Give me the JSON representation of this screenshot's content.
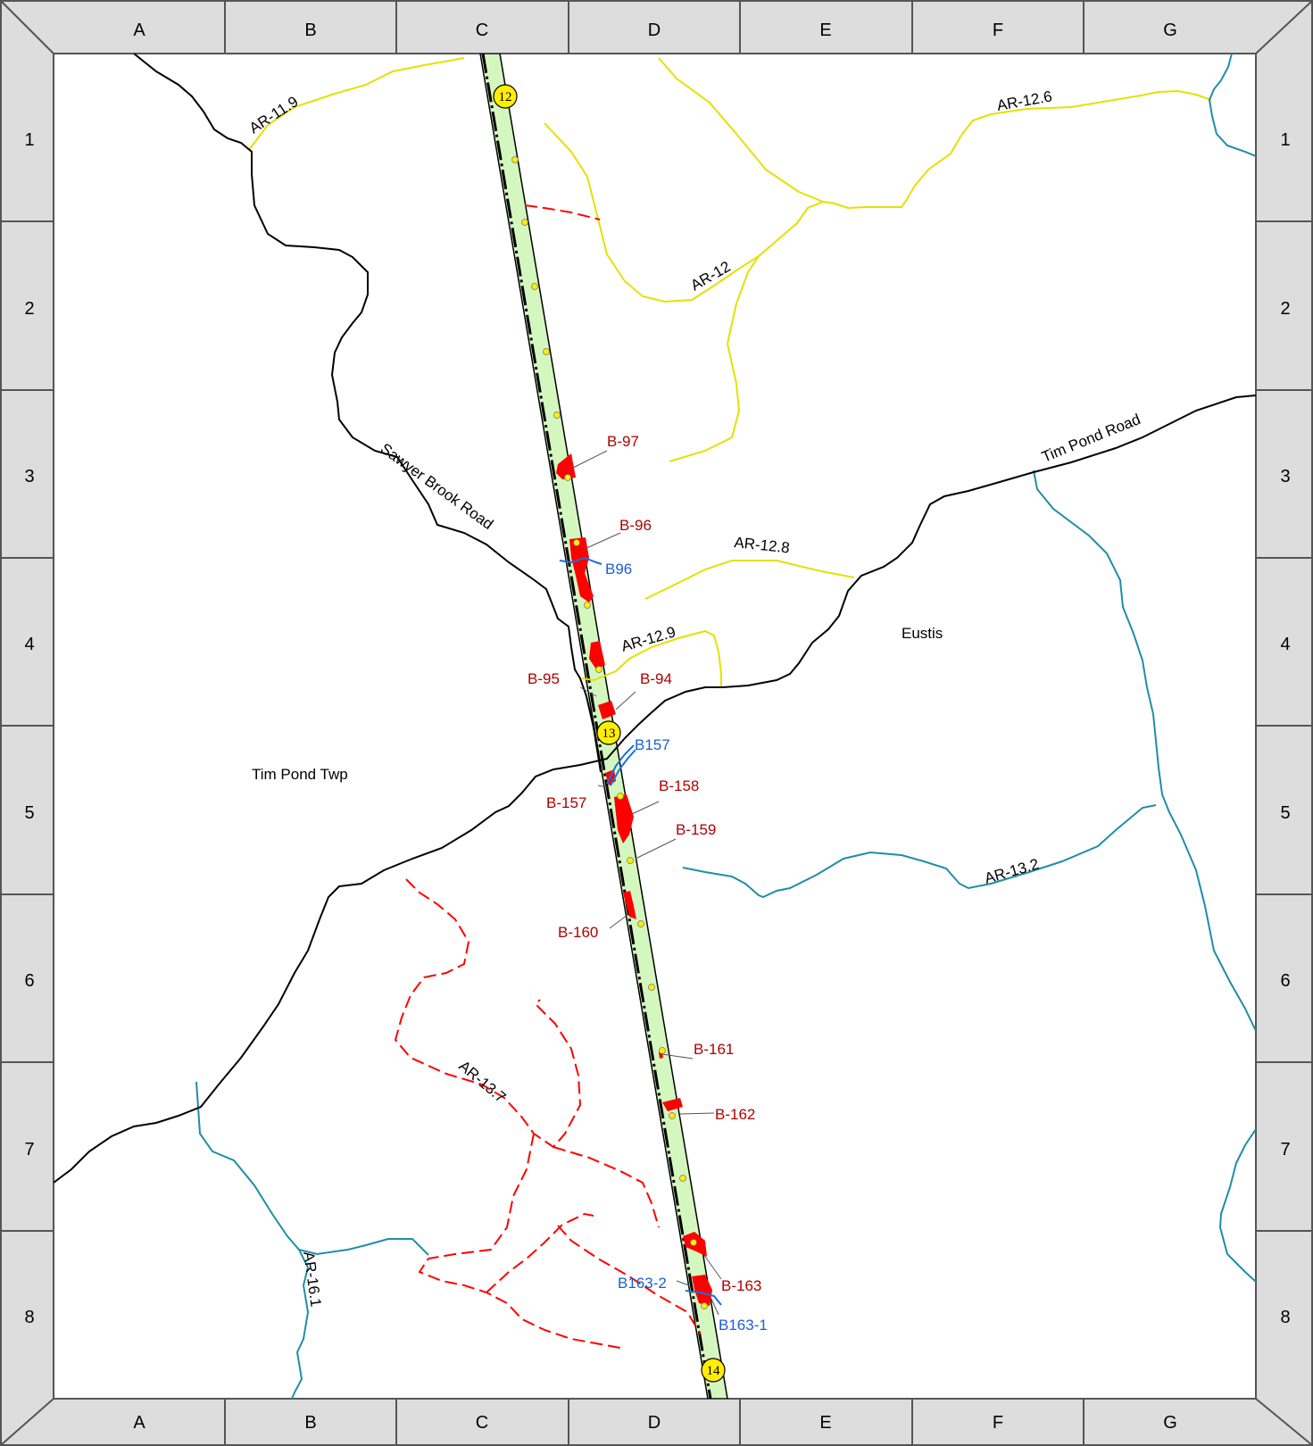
{
  "frame": {
    "columns": [
      "A",
      "B",
      "C",
      "D",
      "E",
      "F",
      "G"
    ],
    "rows": [
      "1",
      "2",
      "3",
      "4",
      "5",
      "6",
      "7",
      "8"
    ]
  },
  "colors": {
    "frame_fill": "#dddddd",
    "corridor_fill": "#d4f7c0",
    "road": "#000000",
    "stream_yellow": "#e6e000",
    "stream_teal": "#1f8ea6",
    "wetland": "#ff0000",
    "crossing": "#1a6fe0",
    "milepost_fill": "#ffee00"
  },
  "mileposts": {
    "mp12": "12",
    "mp13": "13",
    "mp14": "14"
  },
  "roads": {
    "sawyer_brook": "Sawyer Brook Road",
    "tim_pond": "Tim Pond Road"
  },
  "places": {
    "eustis": "Eustis",
    "tim_pond_twp": "Tim Pond Twp"
  },
  "streams": {
    "ar_11_9": "AR-11.9",
    "ar_12_6": "AR-12.6",
    "ar_12": "AR-12",
    "ar_12_8": "AR-12.8",
    "ar_12_9": "AR-12.9",
    "ar_13_2": "AR-13.2",
    "ar_13_7": "AR-13.7",
    "ar_16_1": "AR-16.1"
  },
  "wetlands": {
    "b97": "B-97",
    "b96": "B-96",
    "b95": "B-95",
    "b94": "B-94",
    "b157": "B-157",
    "b158": "B-158",
    "b159": "B-159",
    "b160": "B-160",
    "b161": "B-161",
    "b162": "B-162",
    "b163": "B-163"
  },
  "crossings": {
    "b96": "B96",
    "b157": "B157",
    "b163_1": "B163-1",
    "b163_2": "B163-2"
  }
}
